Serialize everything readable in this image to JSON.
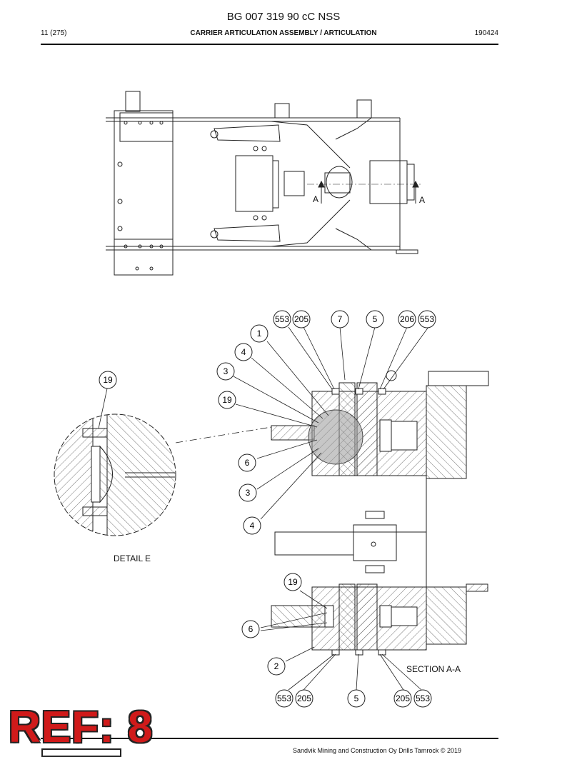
{
  "document": {
    "title": "BG 007 319 90 cC NSS",
    "page": "11 (275)",
    "section_title": "CARRIER ARTICULATION ASSEMBLY / ARTICULATION",
    "doc_code": "190424"
  },
  "drawing": {
    "section_marker": "A",
    "detail_label": "DETAIL E",
    "section_label": "SECTION A-A",
    "balloons": {
      "b553a": "553",
      "b205a": "205",
      "b7": "7",
      "b5a": "5",
      "b206": "206",
      "b553b": "553",
      "b1": "1",
      "b4a": "4",
      "b3a": "3",
      "b19a": "19",
      "b6a": "6",
      "b3b": "3",
      "b4b": "4",
      "b19detail": "19",
      "b19b": "19",
      "b6b": "6",
      "b2": "2",
      "b553c": "553",
      "b205b": "205",
      "b5b": "5",
      "b205c": "205",
      "b553d": "553"
    }
  },
  "stamp": {
    "ref": "REF: 8"
  },
  "footer": {
    "copyright": "Sandvik Mining and Construction Oy Drills Tamrock © 2019"
  }
}
